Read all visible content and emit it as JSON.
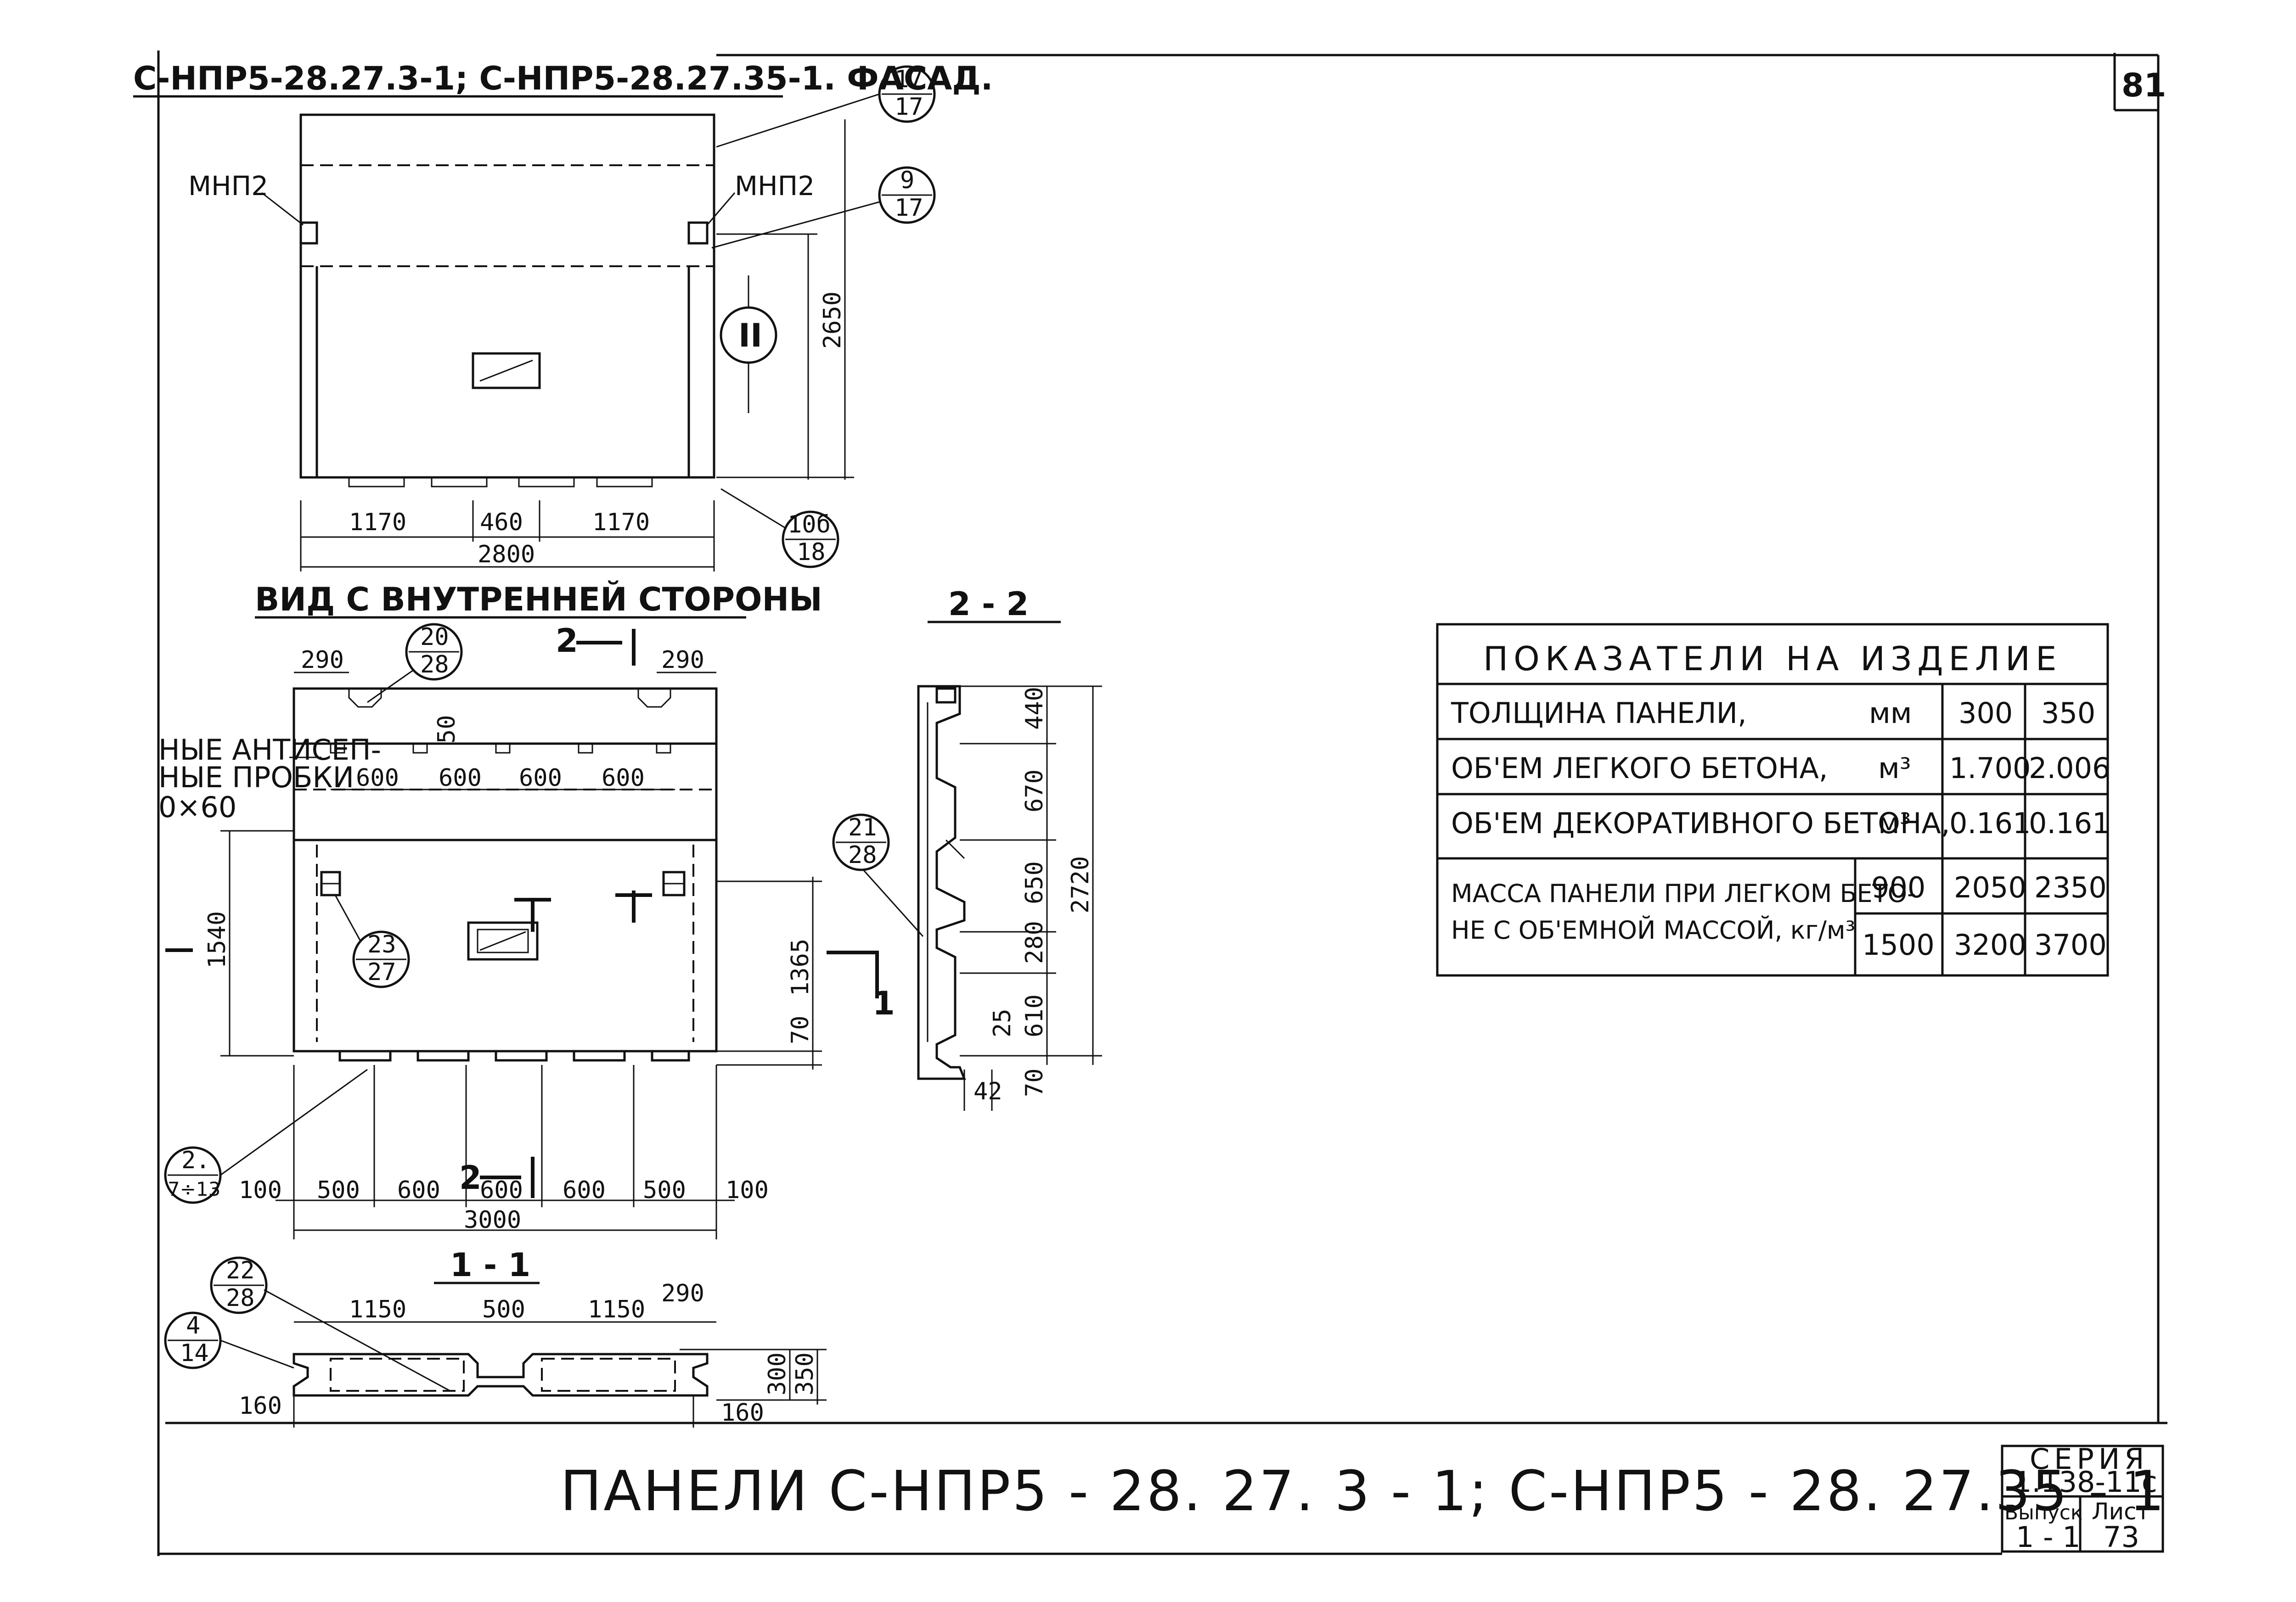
{
  "sheet": {
    "sheet_no": "81",
    "heading_facade": "С-НПР5-28.27.3-1; С-НПР5-28.27.35-1. ФАСАД.",
    "heading_inner": "ВИД С ВНУТРЕННЕЙ СТОРОНЫ",
    "section_22": "2 - 2",
    "section_11": "1 - 1",
    "title": "ПАНЕЛИ    С-НПР5 - 28. 27. 3 - 1;  С-НПР5 - 28. 27.35 - 1"
  },
  "facade": {
    "label_left": "МНП2",
    "label_right": "МНП2",
    "marker_ii": "II",
    "dims": [
      "1170",
      "460",
      "1170",
      "2800",
      "2650"
    ],
    "callouts": [
      {
        "top": "17",
        "bottom": "17"
      },
      {
        "top": "9",
        "bottom": "17"
      },
      {
        "top": "10б",
        "bottom": "18"
      }
    ]
  },
  "inner": {
    "dims_top": [
      "290",
      "290",
      "50"
    ],
    "dims_mid": [
      "600",
      "600",
      "600",
      "600"
    ],
    "dims_side": [
      "1540",
      "1365",
      "70"
    ],
    "dims_bottom": [
      "100",
      "500",
      "600",
      "600",
      "600",
      "500",
      "100"
    ],
    "dim_total": "3000",
    "note_lines": [
      "НЫЕ АНТИСЕП-",
      "НЫЕ ПРОБКИ",
      "0×60"
    ],
    "cut_22_top": "2",
    "cut_22_bottom": "2",
    "cut_11": "1",
    "callouts": [
      {
        "top": "20",
        "bottom": "28"
      },
      {
        "top": "23",
        "bottom": "27"
      },
      {
        "top": "2.",
        "bottom": "7÷13"
      }
    ]
  },
  "section22": {
    "dims": [
      "440",
      "670",
      "650",
      "280",
      "610",
      "25",
      "70",
      "2720",
      "42"
    ],
    "callout": {
      "top": "21",
      "bottom": "28"
    }
  },
  "section11": {
    "dims": [
      "1150",
      "500",
      "1150",
      "290",
      "300",
      "350",
      "160",
      "160"
    ],
    "callouts": [
      {
        "top": "22",
        "bottom": "28"
      },
      {
        "top": "4",
        "bottom": "14"
      }
    ]
  },
  "table": {
    "header": "ПОКАЗАТЕЛИ НА ИЗДЕЛИЕ",
    "rows": [
      {
        "label": "ТОЛЩИНА ПАНЕЛИ,",
        "unit": "мм",
        "v1": "300",
        "v2": "350"
      },
      {
        "label": "ОБ'ЕМ ЛЕГКОГО БЕТОНА,",
        "unit": "м³",
        "v1": "1.700",
        "v2": "2.006"
      },
      {
        "label": "ОБ'ЕМ ДЕКОРАТИВНОГО БЕТОНА,",
        "unit": "м³",
        "v1": "0.161",
        "v2": "0.161"
      }
    ],
    "mass_label_1": "МАССА ПАНЕЛИ ПРИ ЛЕГКОМ БЕТО-",
    "mass_label_2": "НЕ С ОБ'ЕМНОЙ МАССОЙ,  кг/м³",
    "mass_rows": [
      {
        "density": "900",
        "v1": "2050",
        "v2": "2350"
      },
      {
        "density": "1500",
        "v1": "3200",
        "v2": "3700"
      }
    ]
  },
  "stamp": {
    "series_label": "СЕРИЯ",
    "series_value": "1.138-11с",
    "issue_label": "Выпуск",
    "issue_value": "1 - 1",
    "sheet_label": "Лист",
    "sheet_value": "73"
  }
}
